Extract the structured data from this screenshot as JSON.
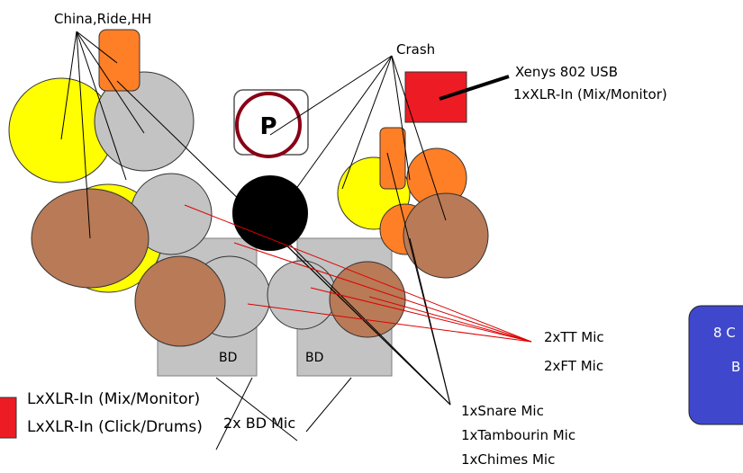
{
  "labels": {
    "cymbals": "China,Ride,HH",
    "crash": "Crash",
    "interface_name": "Xenys 802 USB",
    "interface_input": "1xXLR-In (Mix/Monitor)",
    "pedal": "P",
    "bass_drum_left": "BD",
    "bass_drum_right": "BD",
    "tom_mics": "2xTT Mic",
    "floor_tom_mics": "2xFT Mic",
    "snare_mic": "1xSnare Mic",
    "tambourin_mic": "1xTambourin Mic",
    "chimes_mic": "1xChimes Mic",
    "bd_mic": "2x BD Mic",
    "left_input_mix": "LxXLR-In (Mix/Monitor)",
    "left_input_click": "LxXLR-In (Click/Drums)",
    "mixer_line1": "8 C",
    "mixer_line2": "B"
  },
  "colors": {
    "cymbal_yellow": "#ffff00",
    "orange": "#ff7f27",
    "brown": "#b97a57",
    "gray": "#c3c3c3",
    "red": "#ed1c24",
    "black": "#000000",
    "pedal_ring": "#880015",
    "mixer_blue": "#3f48cc",
    "mic_line_red": "#dd0000"
  }
}
